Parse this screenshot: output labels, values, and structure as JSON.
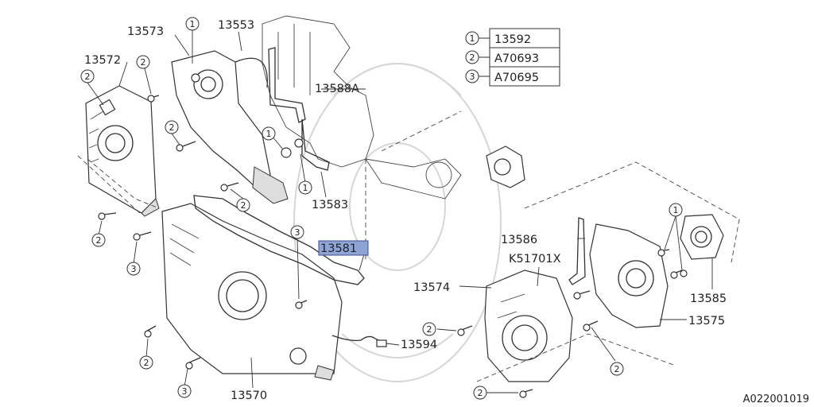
{
  "legend": [
    {
      "num": "1",
      "part": "13592"
    },
    {
      "num": "2",
      "part": "A70693"
    },
    {
      "num": "3",
      "part": "A70695"
    }
  ],
  "callouts": {
    "c13573": "13573",
    "c13553": "13553",
    "c13572": "13572",
    "c13588A": "13588A",
    "c13583": "13583",
    "c13581": "13581",
    "c13586": "13586",
    "cK51701X": "K51701X",
    "c13574": "13574",
    "c13585": "13585",
    "c13575": "13575",
    "c13594": "13594",
    "c13570": "13570"
  },
  "circled": {
    "one": "1",
    "two": "2",
    "three": "3"
  },
  "diagram_id": "A022001019",
  "highlight_color": "#8ea3d6"
}
